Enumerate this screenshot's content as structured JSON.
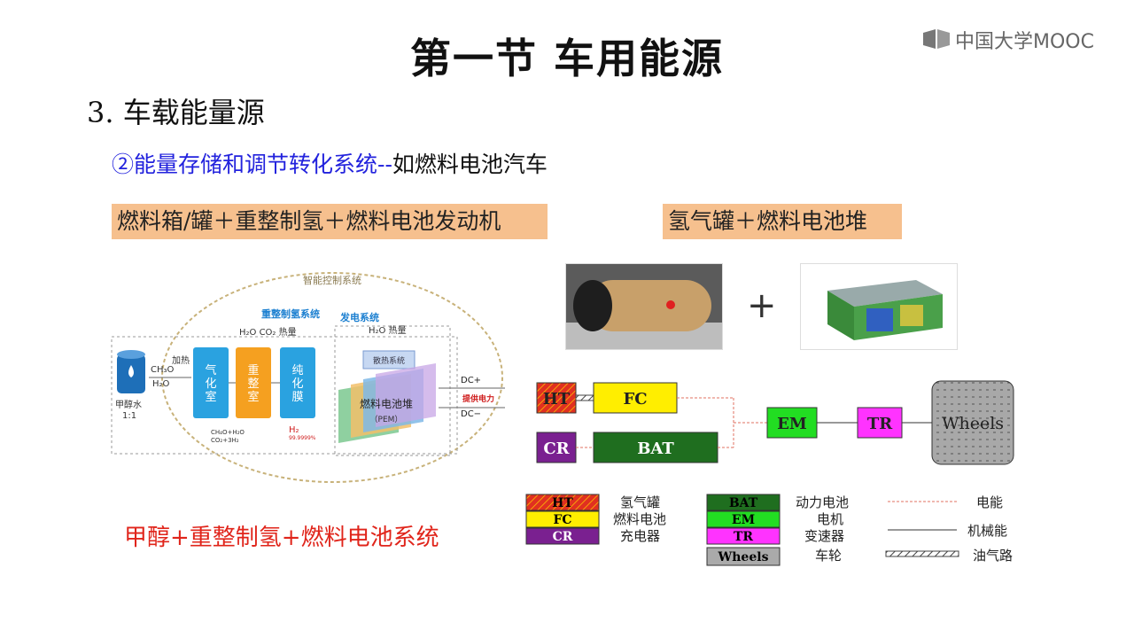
{
  "header": {
    "title": "第一节  车用能源",
    "logo": "中国大学MOOC"
  },
  "section": {
    "heading": "3. 车载能量源",
    "subheading_blue": "②能量存储和调节转化系统--",
    "subheading_black": "如燃料电池汽车"
  },
  "tags": {
    "left": "燃料箱/罐＋重整制氢＋燃料电池发动机",
    "right": "氢气罐＋燃料电池堆"
  },
  "left_diagram": {
    "intelligent_control": "智能控制系统",
    "reforming_system": "重整制氢系统",
    "power_system": "发电系统",
    "tank_label": "甲醇水\n1:1",
    "ch3oh": "CH₃O",
    "h2o_in": "H₂O",
    "heat_label": "加热",
    "vaporizer": "气\n化\n室",
    "reformer": "重\n整\n室",
    "purifier": "纯\n化\n膜",
    "h2o_co2_heat": "H₂O  CO₂  热量",
    "h2o_heat": "H₂O  热量",
    "cooling": "散热系统",
    "stack": "燃料电池堆",
    "pem": "（PEM）",
    "by_products": "CH₄O+H₂O\nCO₂+3H₂",
    "h2": "H₂",
    "h2_purity": "99.9999%",
    "dc_plus": "DC+",
    "dc_minus": "DC−",
    "power_out": "提供电力",
    "caption": "甲醇+重整制氢+燃料电池系统"
  },
  "plus_sign": "+",
  "schematic": {
    "ht": "HT",
    "fc": "FC",
    "cr": "CR",
    "bat": "BAT",
    "em": "EM",
    "tr": "TR",
    "wheels": "Wheels"
  },
  "legend": {
    "items_left": [
      {
        "code": "HT",
        "desc": "氢气罐"
      },
      {
        "code": "FC",
        "desc": "燃料电池"
      },
      {
        "code": "CR",
        "desc": "充电器"
      }
    ],
    "items_mid": [
      {
        "code": "BAT",
        "desc": "动力电池"
      },
      {
        "code": "EM",
        "desc": "电机"
      },
      {
        "code": "TR",
        "desc": "变速器"
      },
      {
        "code": "Wheels",
        "desc": "车轮"
      }
    ],
    "lines": [
      {
        "desc": "电能"
      },
      {
        "desc": "机械能"
      },
      {
        "desc": "油气路"
      }
    ]
  },
  "colors": {
    "ht": "#e03020",
    "fc": "#ffee00",
    "cr": "#7a2090",
    "bat": "#1f6e1f",
    "em": "#22dd22",
    "tr": "#ff33ff",
    "wheels": "#aaaaaa",
    "tag_bg": "#f6c08e"
  }
}
